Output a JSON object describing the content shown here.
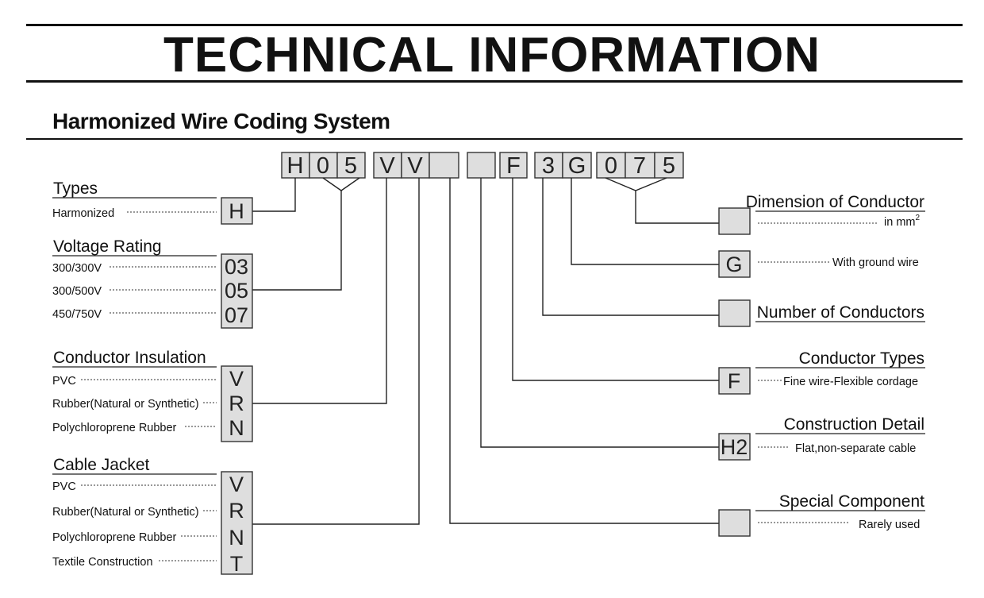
{
  "title": "TECHNICAL INFORMATION",
  "subtitle": "Harmonized Wire Coding System",
  "code": {
    "group1": [
      "H",
      "0",
      "5"
    ],
    "group2": [
      "V",
      "V",
      ""
    ],
    "group3": [
      ""
    ],
    "group4": [
      "F"
    ],
    "group5": [
      "3",
      "G"
    ],
    "group6": [
      "0",
      "7",
      "5"
    ]
  },
  "left": {
    "types": {
      "heading": "Types",
      "label": "Harmonized",
      "code": "H"
    },
    "voltage": {
      "heading": "Voltage Rating",
      "rows": [
        {
          "label": "300/300V",
          "code": "03"
        },
        {
          "label": "300/500V",
          "code": "05"
        },
        {
          "label": "450/750V",
          "code": "07"
        }
      ]
    },
    "insulation": {
      "heading": "Conductor Insulation",
      "rows": [
        {
          "label": "PVC",
          "code": "V"
        },
        {
          "label": "Rubber(Natural or Synthetic)",
          "code": "R"
        },
        {
          "label": "Polychloroprene Rubber",
          "code": "N"
        }
      ]
    },
    "jacket": {
      "heading": "Cable Jacket",
      "rows": [
        {
          "label": "PVC",
          "code": "V"
        },
        {
          "label": "Rubber(Natural or Synthetic)",
          "code": "R"
        },
        {
          "label": "Polychloroprene Rubber",
          "code": "N"
        },
        {
          "label": "Textile Construction",
          "code": "T"
        }
      ]
    }
  },
  "right": {
    "dimension": {
      "heading": "Dimension of Conductor",
      "note": "in mm",
      "note_sup": "2",
      "code": ""
    },
    "ground": {
      "note": "With ground wire",
      "code": "G"
    },
    "number": {
      "heading": "Number of Conductors",
      "code": ""
    },
    "ctypes": {
      "heading": "Conductor Types",
      "note": "Fine wire-Flexible cordage",
      "code": "F"
    },
    "construction": {
      "heading": "Construction Detail",
      "note": "Flat,non-separate cable",
      "code": "H2"
    },
    "special": {
      "heading": "Special Component",
      "note": "Rarely used",
      "code": ""
    }
  }
}
